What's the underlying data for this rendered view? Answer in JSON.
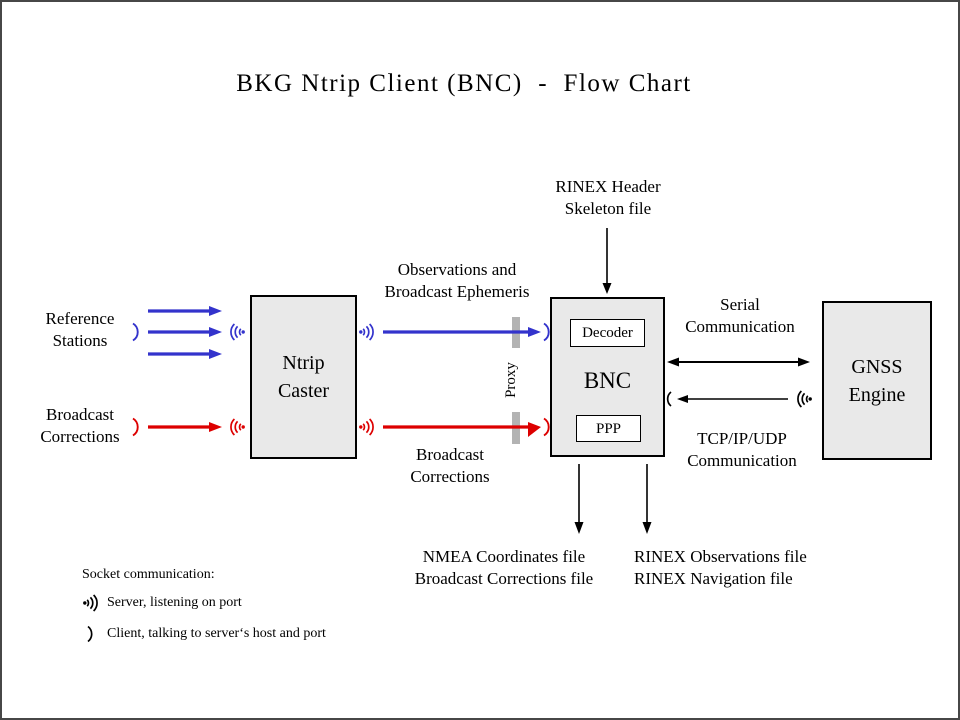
{
  "title": "BKG Ntrip Client (BNC)  -  Flow Chart",
  "colors": {
    "stream_blue": "#3333cc",
    "stream_red": "#dd0000",
    "node_fill": "#e9e9e9",
    "node_border": "#000000",
    "proxy_bar_gray": "#b3b3b3",
    "frame_border": "#474747"
  },
  "nodes": {
    "ntrip_caster": {
      "line1": "Ntrip",
      "line2": "Caster"
    },
    "bnc": {
      "label": "BNC",
      "decoder": "Decoder",
      "ppp": "PPP"
    },
    "gnss_engine": {
      "line1": "GNSS",
      "line2": "Engine"
    }
  },
  "labels": {
    "reference_stations": {
      "line1": "Reference",
      "line2": "Stations"
    },
    "broadcast_corrections_input": {
      "line1": "Broadcast",
      "line2": "Corrections"
    },
    "observations_stream": {
      "line1": "Observations and",
      "line2": "Broadcast Ephemeris"
    },
    "corrections_stream": {
      "line1": "Broadcast",
      "line2": "Corrections"
    },
    "rinex_header": {
      "line1": "RINEX Header",
      "line2": "Skeleton file"
    },
    "serial": {
      "line1": "Serial",
      "line2": "Communication"
    },
    "tcp": {
      "line1": "TCP/IP/UDP",
      "line2": "Communication"
    },
    "proxy": "Proxy",
    "nmea_outputs": {
      "line1": "NMEA Coordinates file",
      "line2": "Broadcast Corrections file"
    },
    "rinex_outputs": {
      "line1": "RINEX Observations file",
      "line2": "RINEX Navigation file"
    }
  },
  "legend": {
    "heading": "Socket communication:",
    "server_icon": "server-socket-icon",
    "server_text": "Server, listening  on port",
    "client_icon": "client-socket-icon",
    "client_text": "Client, talking to server‘s host and port"
  }
}
